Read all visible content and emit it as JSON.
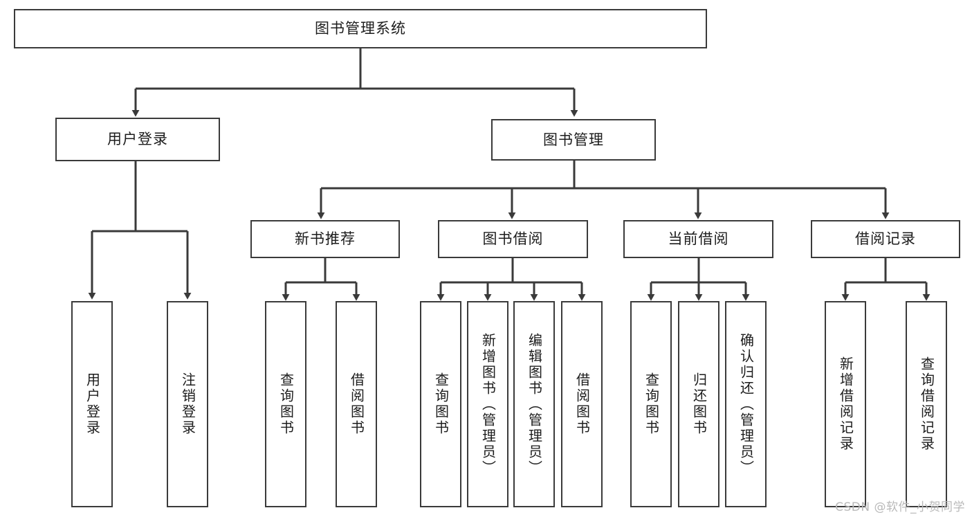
{
  "diagram": {
    "title": "图书管理系统",
    "type": "hierarchy-tree",
    "colors": {
      "stroke": "#3a3a3a",
      "fill": "#ffffff",
      "text": "#1c1c1c",
      "watermark": "#b9b9b9"
    },
    "root": {
      "label": "图书管理系统"
    },
    "level2": [
      {
        "label": "用户登录"
      },
      {
        "label": "图书管理"
      }
    ],
    "level3": [
      {
        "label": "新书推荐"
      },
      {
        "label": "图书借阅"
      },
      {
        "label": "当前借阅"
      },
      {
        "label": "借阅记录"
      }
    ],
    "leaves": {
      "user_login": [
        {
          "label": "用户登录"
        },
        {
          "label": "注销登录"
        }
      ],
      "new_book_rec": [
        {
          "label": "查询图书"
        },
        {
          "label": "借阅图书"
        }
      ],
      "book_borrow": [
        {
          "label": "查询图书"
        },
        {
          "label": "新增图书（管理员）"
        },
        {
          "label": "编辑图书（管理员）"
        },
        {
          "label": "借阅图书"
        }
      ],
      "current_borrow": [
        {
          "label": "查询图书"
        },
        {
          "label": "归还图书"
        },
        {
          "label": "确认归还（管理员）"
        }
      ],
      "borrow_record": [
        {
          "label": "新增借阅记录"
        },
        {
          "label": "查询借阅记录"
        }
      ]
    }
  },
  "watermark": {
    "text": "CSDN @软件_小贺同学"
  }
}
